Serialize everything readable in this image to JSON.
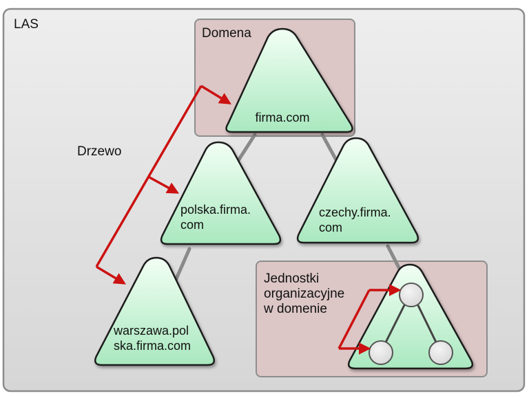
{
  "diagram": {
    "forest_label": "LAS",
    "domain_box_label": "Domena",
    "tree_label": "Drzewo",
    "ou_label_lines": [
      "Jednostki",
      "organizacyjne",
      "w domenie"
    ],
    "nodes": {
      "root": {
        "lines": [
          "firma.com"
        ]
      },
      "polska": {
        "lines": [
          "polska.firma.",
          "com"
        ]
      },
      "czechy": {
        "lines": [
          "czechy.firma.",
          "com"
        ]
      },
      "warszawa": {
        "lines": [
          "warszawa.pol",
          "ska.firma.com"
        ]
      }
    },
    "colors": {
      "forest_fill": "#e0e0e0",
      "forest_border": "#8c8c8c",
      "domain_fill": "#dcc6c6",
      "triangle_fill_top": "#f2fff4",
      "triangle_fill_bottom": "#a9e8bf",
      "triangle_stroke": "#1a1a1a",
      "connector": "#8a8a8a",
      "arrow": "#cc1111",
      "ou_circle": "#d8d8d8"
    }
  }
}
